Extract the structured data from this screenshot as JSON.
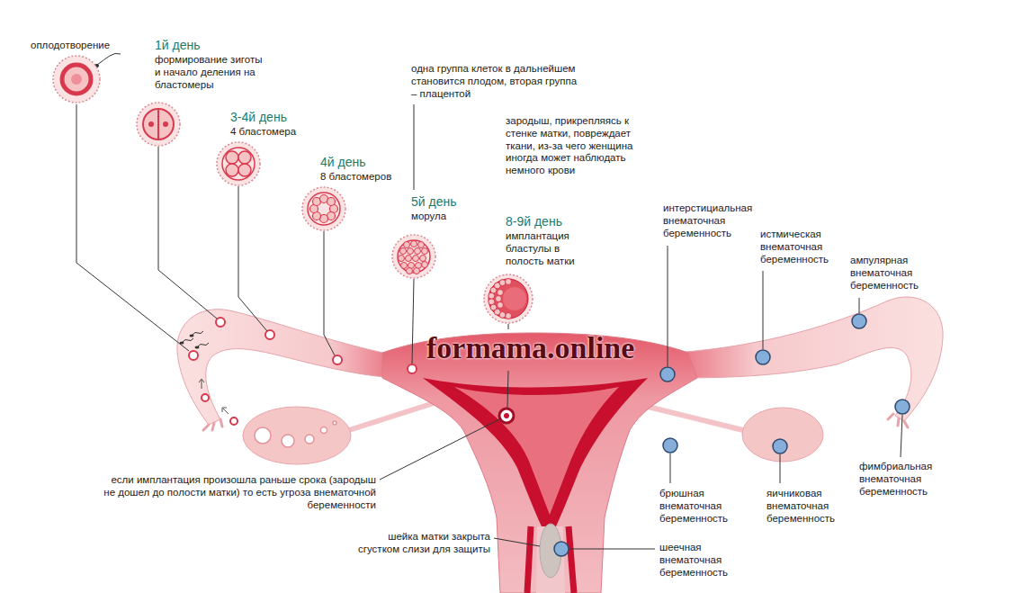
{
  "diagram": {
    "labels": [
      "оплодотворение",
      "1й день",
      "формирование зиготы и начало деления на бластомеры",
      "3-4й день",
      "4 бластомера",
      "4й день",
      "8 бластомеров",
      "одна группа клеток в дальнейшем становится плодом, вторая группа – плацентой",
      "5й день",
      "морула",
      "зародыш, прикрепляясь к стенке матки, повреждает ткани, из-за чего женщина иногда может наблюдать немного крови",
      "8-9й день",
      "имплантация бластулы в полость матки",
      "интерстициальная внематочная беременность",
      "истмическая внематочная беременность",
      "ампулярная внематочная беременность",
      "formama.online",
      "если имплантация произошла раньше срока (зародыш не дошел до полости матки) то есть угроза внематочной беременности",
      "брюшная внематочная беременность",
      "яичниковая внематочная беременность",
      "фимбриальная внематочная беременность",
      "шейка матки закрыта сгустком слизи для защиты",
      "шеечная внематочная беременность"
    ]
  }
}
